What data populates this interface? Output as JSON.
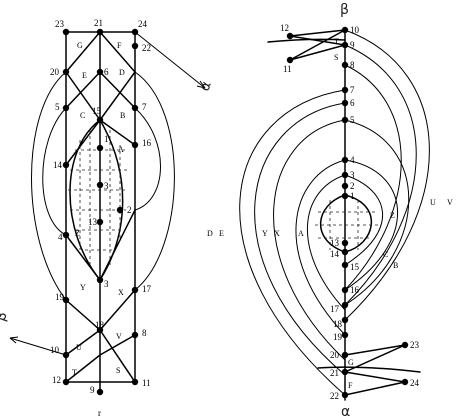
{
  "left": {
    "node_labels": [
      "23",
      "21",
      "24",
      "22",
      "20",
      "6",
      "7",
      "5",
      "15",
      "16",
      "1",
      "14",
      "3",
      "2",
      "13",
      "4",
      "19",
      "3",
      "17",
      "18",
      "8",
      "10",
      "12",
      "9",
      "11"
    ],
    "region_labels": [
      "G",
      "F",
      "E",
      "D",
      "C",
      "B",
      "A",
      "Z",
      "Y",
      "X",
      "V",
      "U",
      "T",
      "S"
    ],
    "arrow_label": "α",
    "corner_label": "β",
    "bottom_label": "r"
  },
  "right": {
    "title_mark": "β",
    "node_labels": [
      "12",
      "10",
      "9",
      "11",
      "8",
      "7",
      "6",
      "5",
      "4",
      "3",
      "2",
      "1",
      "13",
      "14",
      "15",
      "16",
      "17",
      "18",
      "19",
      "20",
      "21",
      "22",
      "23",
      "24"
    ],
    "region_labels": [
      "T",
      "S",
      "V",
      "U",
      "D",
      "E",
      "Y",
      "X",
      "A",
      "Z",
      "C",
      "B",
      "G",
      "F"
    ],
    "bottom_label": "α"
  }
}
